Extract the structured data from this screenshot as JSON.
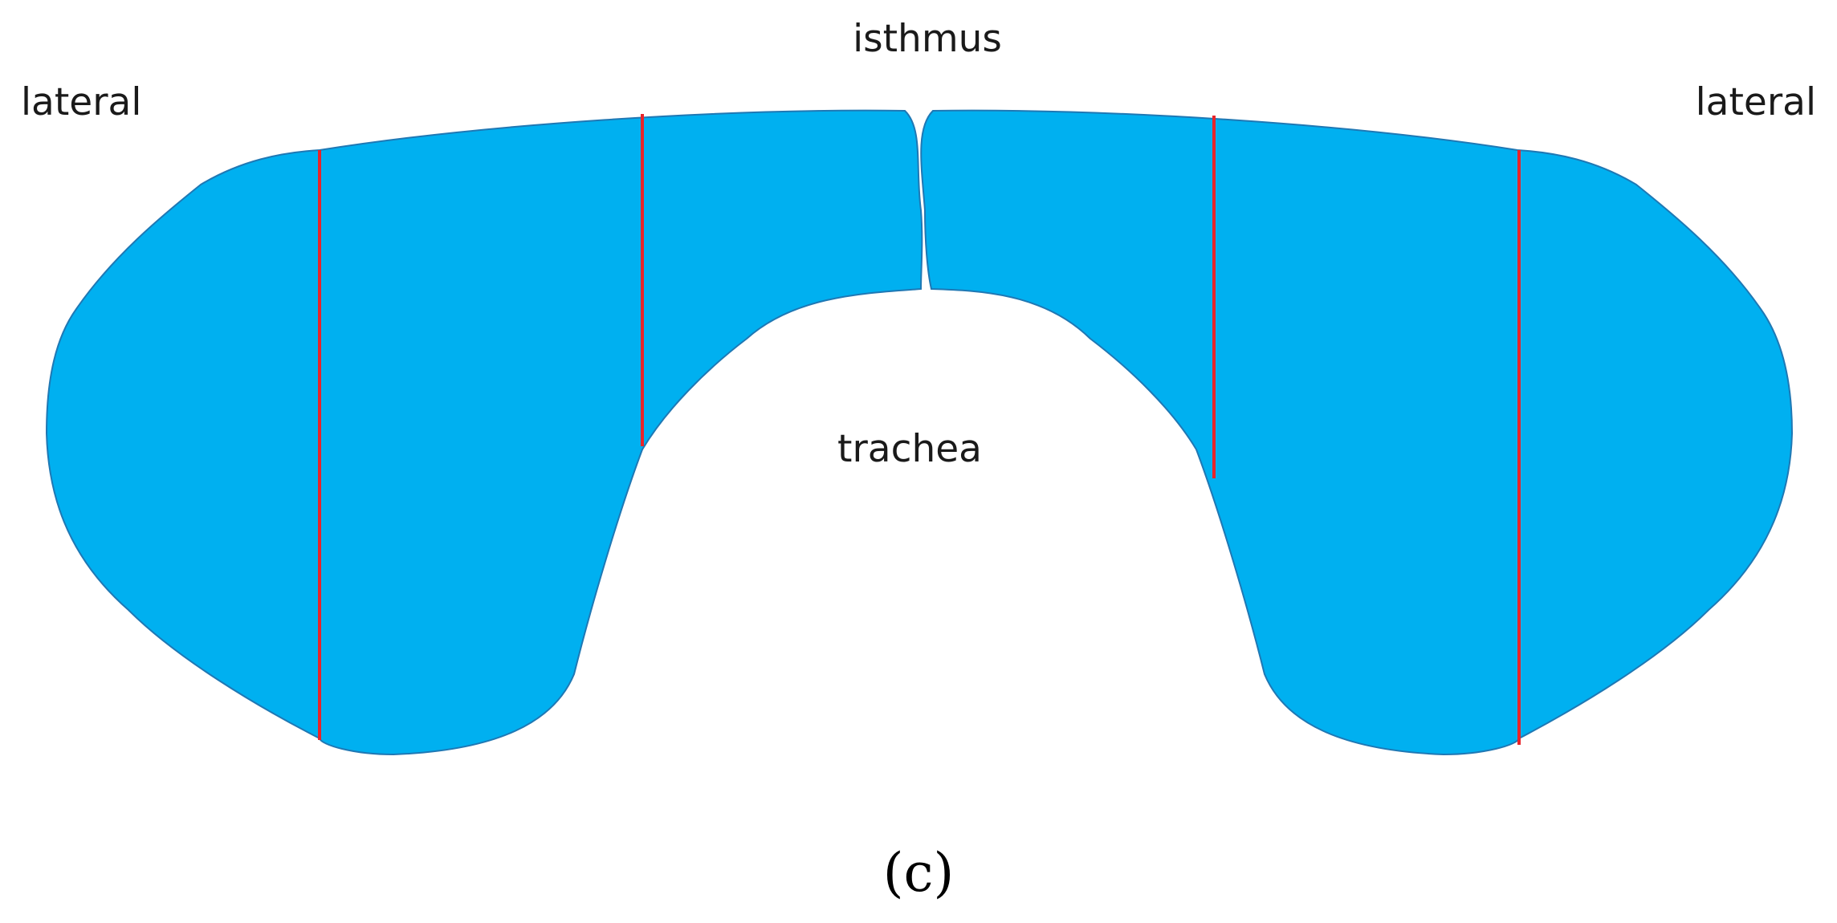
{
  "diagram": {
    "labels": {
      "isthmus": "isthmus",
      "lateral_left": "lateral",
      "lateral_right": "lateral",
      "trachea": "trachea"
    },
    "caption": "(c)",
    "colors": {
      "lobe_fill": "#00b0f0",
      "lobe_stroke": "#1f78b4",
      "divider": "#e8242a",
      "text": "#1a1a1a"
    }
  }
}
